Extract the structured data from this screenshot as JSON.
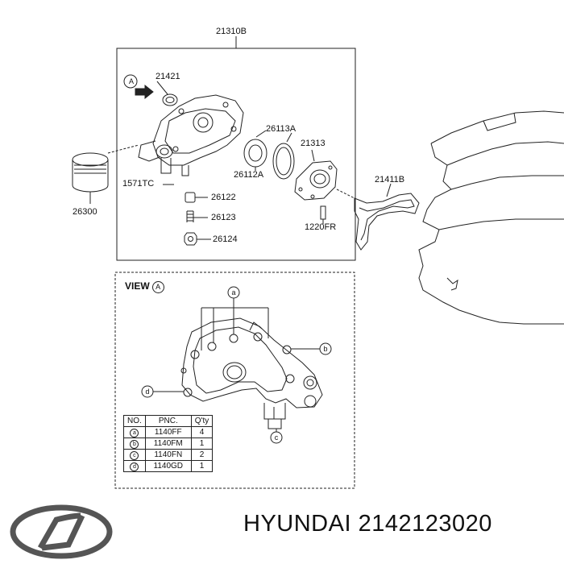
{
  "diagram": {
    "labels": {
      "assembly": "21310B",
      "part_21421": "21421",
      "part_26113a": "26113A",
      "part_21313": "21313",
      "part_26112a": "26112A",
      "part_21411b": "21411B",
      "part_1571tc": "1571TC",
      "part_26122": "26122",
      "part_26123": "26123",
      "part_26124": "26124",
      "part_1220fr": "1220FR",
      "part_26300": "26300",
      "view_marker": "A"
    },
    "view": {
      "title": "VIEW",
      "marker": "A",
      "callouts": [
        "a",
        "b",
        "c",
        "d"
      ]
    },
    "table": {
      "headers": [
        "NO.",
        "PNC.",
        "Q'ty"
      ],
      "rows": [
        {
          "no": "a",
          "pnc": "1140FF",
          "qty": "4"
        },
        {
          "no": "b",
          "pnc": "1140FM",
          "qty": "1"
        },
        {
          "no": "c",
          "pnc": "1140FN",
          "qty": "2"
        },
        {
          "no": "d",
          "pnc": "1140GD",
          "qty": "1"
        }
      ]
    }
  },
  "footer": {
    "brand_text": "HYUNDAI 2142123020",
    "logo": "hyundai-logo"
  }
}
